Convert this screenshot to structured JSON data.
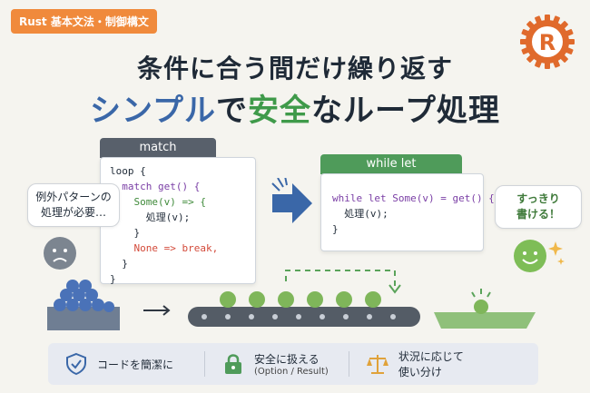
{
  "tag": "Rust 基本文法・制御構文",
  "logo_letter": "R",
  "title_line1": "条件に合う間だけ繰り返す",
  "title_line2": {
    "part1": "シンプル",
    "part2": "で",
    "part3": "安全",
    "part4": "なループ処理"
  },
  "match_tab": "match",
  "match_code": [
    "loop {",
    "  match get() {",
    "    Some(v) => {",
    "      処理(v);",
    "    }",
    "    None => break,",
    "  }",
    "}"
  ],
  "while_tab": "while let",
  "while_code": [
    "while let Some(v) = get() {",
    "  処理(v);",
    "}"
  ],
  "bubble_left": [
    "例外パターンの",
    "処理が必要…"
  ],
  "bubble_right": [
    "すっきり",
    "書ける！"
  ],
  "features": [
    {
      "icon": "shield-check-icon",
      "label": "コードを簡潔に",
      "sub": ""
    },
    {
      "icon": "lock-icon",
      "label": "安全に扱える",
      "sub": "(Option / Result)"
    },
    {
      "icon": "scale-icon",
      "label": "状況に応じて",
      "sub": "使い分け"
    }
  ],
  "colors": {
    "accent_orange": "#f08a3c",
    "blue": "#3a67a8",
    "green": "#3f9a4a"
  }
}
